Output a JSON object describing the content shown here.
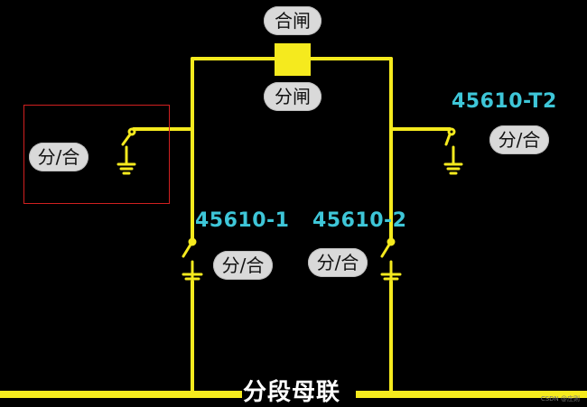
{
  "colors": {
    "line": "#f5ea1e",
    "label": "#3ec6d8",
    "highlight_box": "#d02020",
    "pill_bg": "#d9d9d9"
  },
  "breaker": {
    "close_label": "合闸",
    "open_label": "分闸"
  },
  "switches": {
    "left_ground": {
      "toggle_label": "分/合"
    },
    "t2": {
      "device_label": "45610-T2",
      "toggle_label": "分/合"
    },
    "s1": {
      "device_label": "45610-1",
      "toggle_label": "分/合"
    },
    "s2": {
      "device_label": "45610-2",
      "toggle_label": "分/合"
    }
  },
  "bus": {
    "label": "分段母联"
  },
  "watermark": "CSDN @庄则"
}
